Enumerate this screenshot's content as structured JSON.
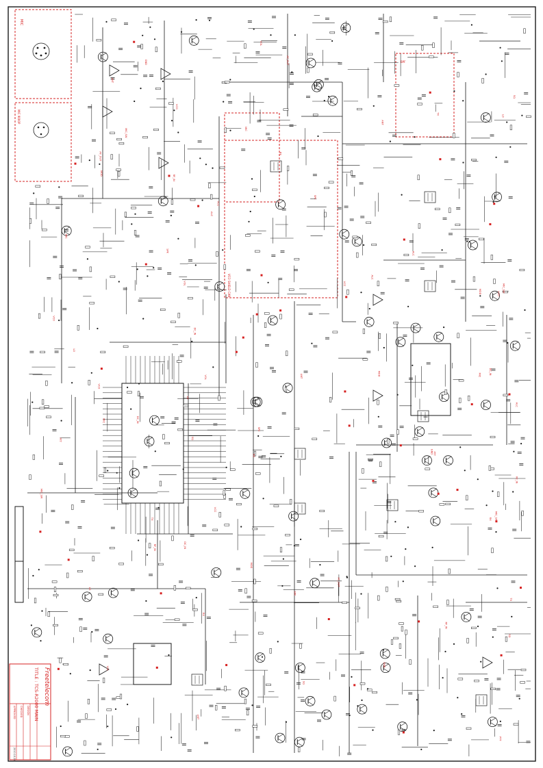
{
  "title_block": {
    "company": "Freetelecom",
    "title": "TITLE : TCS-R2000 MAIN",
    "design_label": "DESIGN",
    "checked_label": "CHECKED",
    "approved_label": "APPROVED",
    "date": "2010.10.25"
  },
  "boxes": {
    "mic_box_label": "MIC",
    "mic_ext_box_label": "MIC 9000P",
    "vco_box_label": "VCO SHIELD CAN",
    "filter_box_label": "BPF"
  },
  "net_labels": [
    "MIC",
    "MIC_SW",
    "PTT",
    "DC_IN",
    "TX",
    "RX",
    "VOL",
    "SQ",
    "AF_OUT",
    "SPK",
    "VCO",
    "LO",
    "ALC",
    "RF_IN",
    "ANT",
    "MOD",
    "VCC",
    "GND"
  ],
  "colors": {
    "wire": "#1a1a1a",
    "accent": "#d62020",
    "paper": "#ffffff"
  }
}
